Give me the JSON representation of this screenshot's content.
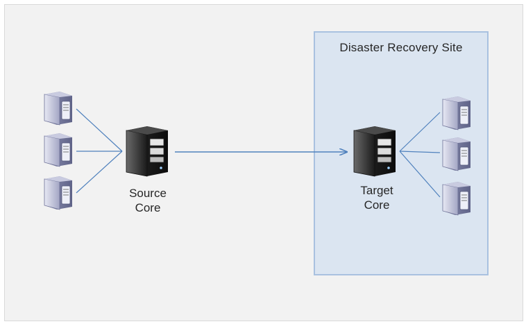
{
  "dr_site": {
    "title": "Disaster Recovery Site"
  },
  "source_core": {
    "line1": "Source",
    "line2": "Core"
  },
  "target_core": {
    "line1": "Target",
    "line2": "Core"
  },
  "icons": {
    "core": "server-tower-icon",
    "agent": "server-icon"
  },
  "colors": {
    "panel": "#f2f2f2",
    "dr_site_fill": "#dbe5f1",
    "dr_site_border": "#a9c1e0",
    "connector": "#4f81bd"
  }
}
